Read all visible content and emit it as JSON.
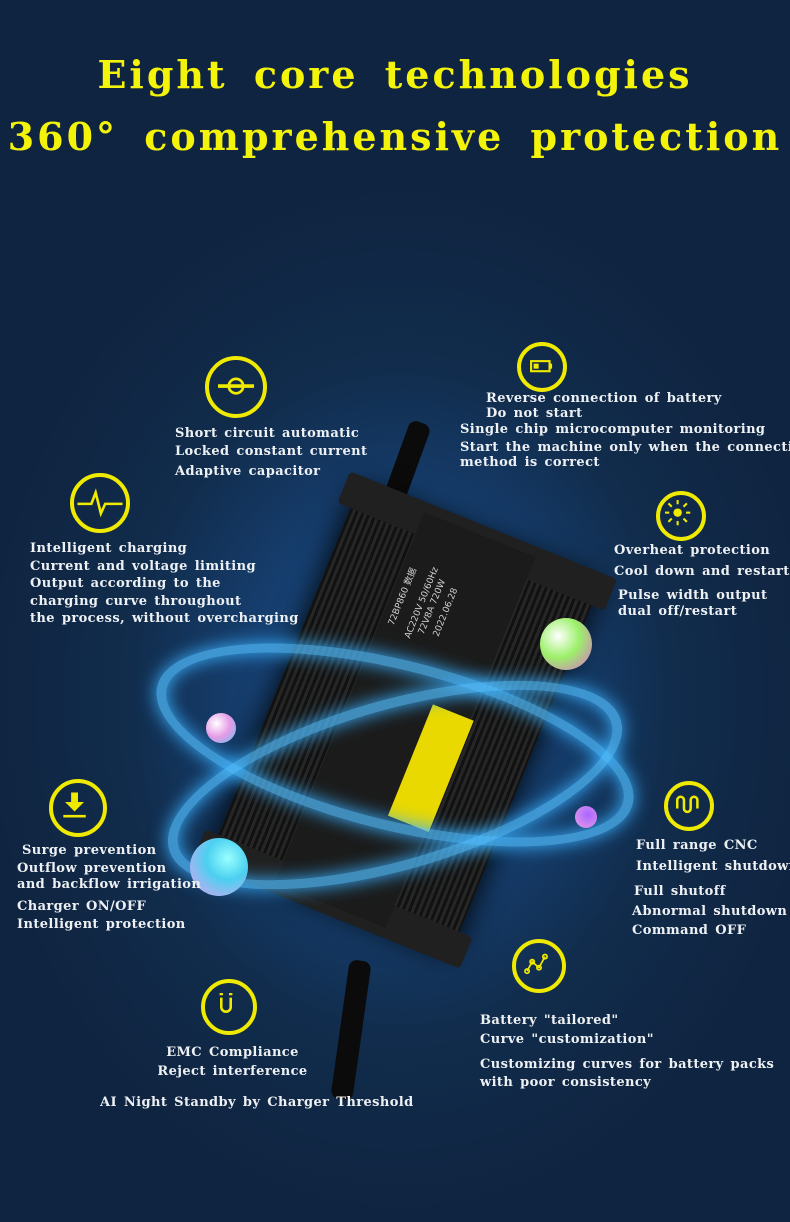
{
  "title": {
    "line1": "Eight core technologies",
    "line2": "360° comprehensive protection"
  },
  "accent_color": "#f4f40a",
  "charger_label": {
    "model": "72BP860 数据",
    "input": "AC220V 50/60Hz",
    "output": "72V8A 720W",
    "date": "2022.06.28"
  },
  "features": [
    {
      "icon": "short-circuit-icon",
      "lines": [
        "Short circuit automatic",
        "Locked constant current",
        "Adaptive capacitor"
      ]
    },
    {
      "icon": "battery-icon",
      "lines": [
        "Reverse connection of battery",
        "Do not start",
        "Single chip microcomputer monitoring",
        "Start the machine only when the connection",
        "method is correct"
      ]
    },
    {
      "icon": "heartbeat-icon",
      "lines": [
        "Intelligent charging",
        "Current and voltage limiting",
        "Output according to the",
        "charging curve throughout",
        "the process, without overcharging"
      ]
    },
    {
      "icon": "sun-icon",
      "lines": [
        "Overheat protection",
        "Cool down and restart",
        "Pulse width output",
        "dual off/restart"
      ]
    },
    {
      "icon": "download-icon",
      "lines": [
        "Surge prevention",
        "Outflow prevention",
        "and backflow irrigation",
        "Charger ON/OFF",
        "Intelligent protection"
      ]
    },
    {
      "icon": "wave-icon",
      "lines": [
        "Full range CNC",
        "Intelligent shutdown",
        "Full shutoff",
        "Abnormal shutdown",
        "Command OFF"
      ]
    },
    {
      "icon": "curve-icon",
      "lines": [
        "Battery \"tailored\"",
        "Curve \"customization\"",
        "Customizing curves for battery packs",
        "with poor consistency"
      ]
    },
    {
      "icon": "magnet-icon",
      "lines": [
        "EMC Compliance",
        "Reject interference",
        "AI Night Standby by Charger Threshold"
      ]
    }
  ]
}
